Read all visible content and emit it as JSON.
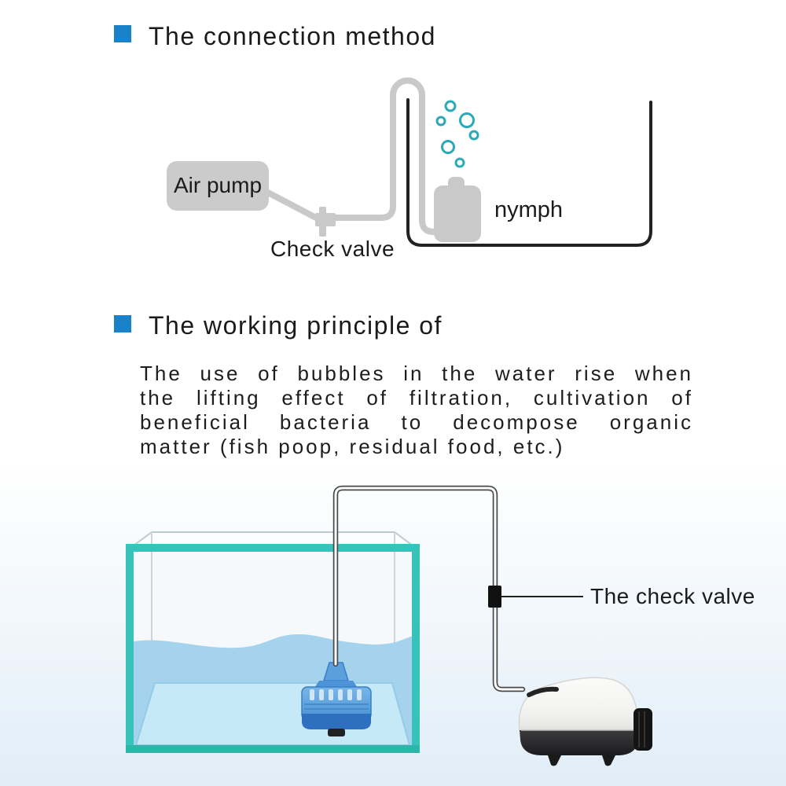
{
  "theme": {
    "accent_blue": "#1a82c8",
    "diagram_gray": "#c9c9c9",
    "diagram_line_black": "#222222",
    "bubble_teal": "#2ca9b6",
    "tank_frame_teal": "#38c3ba",
    "water_blue": "#a5d2ed",
    "tank_floor_blue": "#c6e9f8",
    "sponge_filter_blue": "#4e97d8",
    "check_valve_black": "#111111"
  },
  "section_connection": {
    "title": "The connection method"
  },
  "connection_diagram": {
    "air_pump_label": "Air pump",
    "check_valve_label": "Check valve",
    "filter_label": "nymph"
  },
  "section_principle": {
    "title": "The working principle of"
  },
  "principle_paragraph": {
    "full_text": "The use of bubbles in the water rise when the lifting effect of filtration, cultivation of beneficial bacteria to decompose organic matter (fish poop, residual food, etc.)",
    "lines": [
      "The use of bubbles in the water rise when",
      "the lifting effect of filtration, cultivation of",
      "beneficial bacteria to decompose organic",
      "matter (fish poop, residual food, etc.)"
    ]
  },
  "tank_illustration": {
    "check_valve_label": "The check valve"
  }
}
